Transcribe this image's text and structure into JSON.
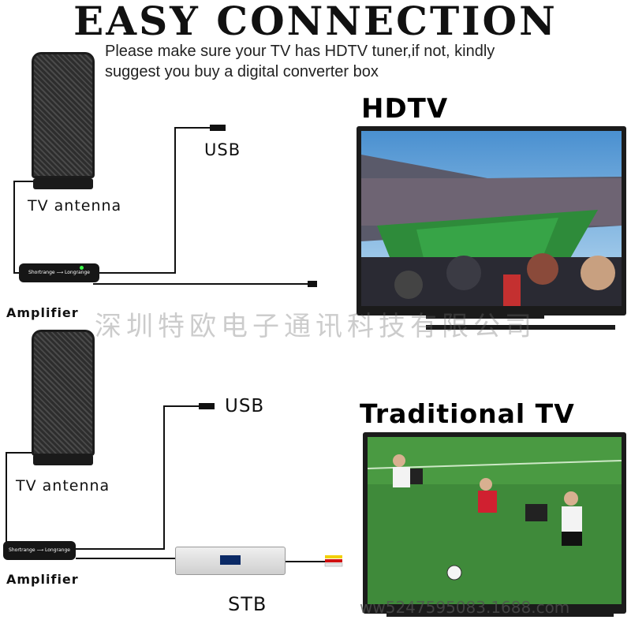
{
  "header": {
    "title": "EASY CONNECTION",
    "subtitle_line1": "Please make sure your TV has HDTV tuner,if not, kindly",
    "subtitle_line2": "suggest you buy a digital converter box"
  },
  "top_setup": {
    "tv_label": "HDTV",
    "usb_label": "USB",
    "antenna_label": "TV antenna",
    "amplifier_label": "Amplifier",
    "amp_text": "Shortrange ⟶ Longrange"
  },
  "bottom_setup": {
    "tv_label": "Traditional TV",
    "usb_label": "USB",
    "antenna_label": "TV antenna",
    "amplifier_label": "Amplifier",
    "amp_text": "Shortrange ⟶ Longrange",
    "stb_label": "STB"
  },
  "watermark": {
    "company": "深圳特欧电子通讯科技有限公司",
    "site": "ww5247595083.1688.com"
  },
  "colors": {
    "antenna": "#3a3a3a",
    "amplifier": "#161616",
    "led": "#3cff4a",
    "cable": "#111111"
  }
}
